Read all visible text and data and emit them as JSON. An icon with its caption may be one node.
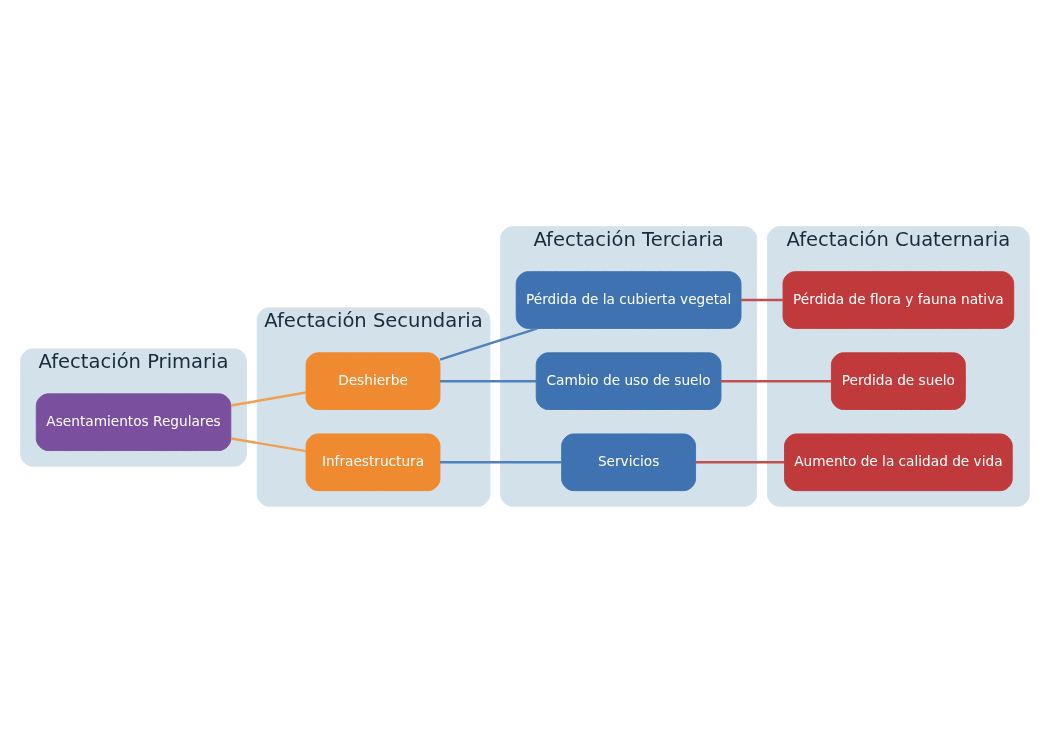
{
  "diagram": {
    "nodes": [
      {
        "text": [
          "Afectación Primaria"
        ]
      },
      {
        "text": [
          "Asentamientos Regulares"
        ],
        "in": 0
      },
      {
        "text": [
          "Afectación Secundaria"
        ]
      },
      {
        "text": [
          "Deshierbe"
        ],
        "in": 2
      },
      {
        "text": [
          "Infraestructura"
        ],
        "in": 2
      },
      {
        "text": [
          "Afectación Terciaria"
        ]
      },
      {
        "text": [
          "Pérdida de la cubierta vegetal"
        ],
        "in": 5
      },
      {
        "text": [
          "Cambio de uso de suelo"
        ],
        "in": 5
      },
      {
        "text": [
          "Servicios"
        ],
        "in": 5
      },
      {
        "text": [
          "Afectación Cuaternaria"
        ]
      },
      {
        "text": [
          "Pérdida de flora y fauna nativa"
        ],
        "in": 9
      },
      {
        "text": [
          "Perdida de suelo"
        ],
        "in": 9
      },
      {
        "text": [
          "Aumento de la calidad de vida"
        ],
        "in": 9
      }
    ],
    "edges": [
      {
        "from": 1,
        "to": 3,
        "arrow": "none",
        "color": "#f0a050"
      },
      {
        "from": 1,
        "to": 4,
        "arrow": "none",
        "color": "#f0a050"
      },
      {
        "from": 3,
        "to": 6,
        "arrow": "none",
        "color": "#4f81bd"
      },
      {
        "from": 3,
        "to": 7,
        "arrow": "none",
        "color": "#4f81bd"
      },
      {
        "from": 4,
        "to": 8,
        "arrow": "none",
        "color": "#4f81bd"
      },
      {
        "from": 6,
        "to": 10,
        "arrow": "none",
        "color": "#c0504d"
      },
      {
        "from": 7,
        "to": 11,
        "arrow": "none",
        "color": "#c0504d"
      },
      {
        "from": 8,
        "to": 12,
        "arrow": "none",
        "color": "#c0504d"
      }
    ]
  }
}
